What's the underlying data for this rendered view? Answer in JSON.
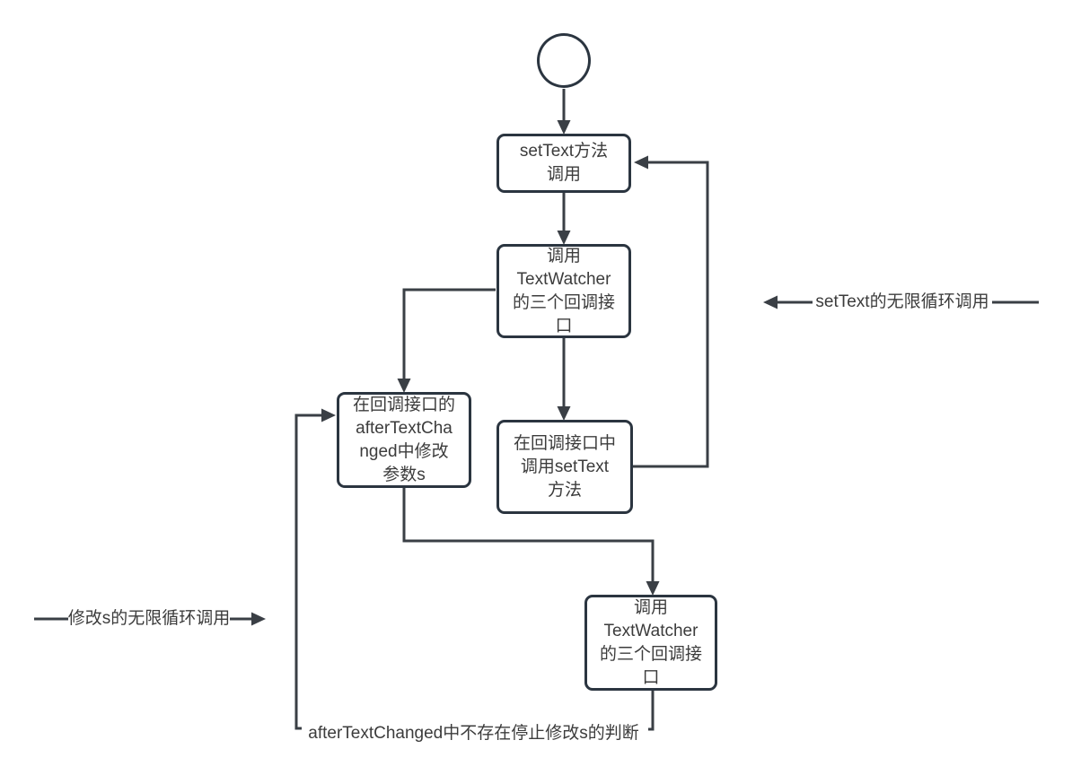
{
  "diagram": {
    "type": "flowchart",
    "background": "#ffffff",
    "colors": {
      "node_border": "#2b3540",
      "connector": "#3a3f45",
      "text": "#3c3c3c"
    },
    "nodes": {
      "start": {
        "shape": "circle",
        "label": ""
      },
      "set_text_call": {
        "shape": "rounded-rect",
        "label": "setText方法\n调用"
      },
      "text_watcher_callbacks": {
        "shape": "rounded-rect",
        "label": "调用\nTextWatcher\n的三个回调接\n口"
      },
      "after_text_changed_modify": {
        "shape": "rounded-rect",
        "label": "在回调接口的\nafterTextCha\nnged中修改\n参数s"
      },
      "call_settext_in_callback": {
        "shape": "rounded-rect",
        "label": "在回调接口中\n调用setText\n方法"
      },
      "text_watcher_callbacks_2": {
        "shape": "rounded-rect",
        "label": "调用\nTextWatcher\n的三个回调接\n口"
      }
    },
    "annotations": {
      "settext_infinite_loop": "setText的无限循环调用",
      "modify_s_infinite_loop": "修改s的无限循环调用",
      "no_stop_condition": "afterTextChanged中不存在停止修改s的判断"
    },
    "edges": [
      {
        "from": "start",
        "to": "set_text_call"
      },
      {
        "from": "set_text_call",
        "to": "text_watcher_callbacks"
      },
      {
        "from": "text_watcher_callbacks",
        "to": "after_text_changed_modify"
      },
      {
        "from": "text_watcher_callbacks",
        "to": "call_settext_in_callback"
      },
      {
        "from": "call_settext_in_callback",
        "to": "set_text_call",
        "note": "setText的无限循环调用"
      },
      {
        "from": "after_text_changed_modify",
        "to": "text_watcher_callbacks_2"
      },
      {
        "from": "text_watcher_callbacks_2",
        "to": "after_text_changed_modify",
        "note": "afterTextChanged中不存在停止修改s的判断 / 修改s的无限循环调用"
      }
    ]
  }
}
